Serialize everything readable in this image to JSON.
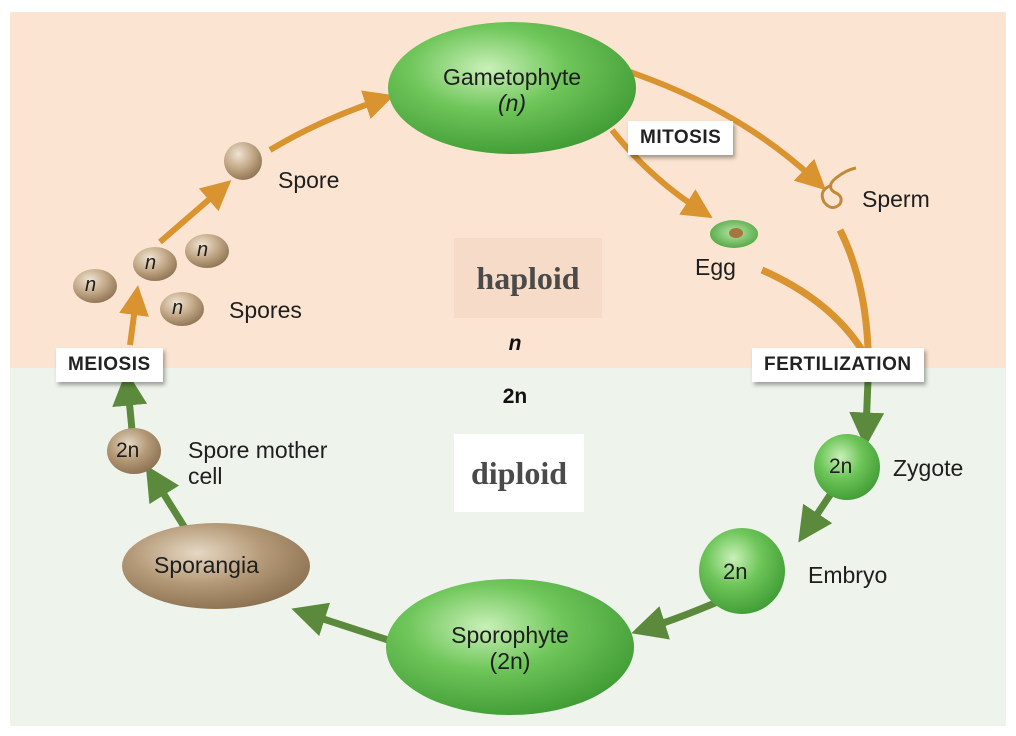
{
  "regions": {
    "haploid_color": "#fbe5d2",
    "diploid_color": "#eef4ec"
  },
  "stages": {
    "gametophyte": {
      "name": "Gametophyte",
      "ploidy": "(n)"
    },
    "sporophyte": {
      "name": "Sporophyte",
      "ploidy": "(2n)"
    },
    "sporangia": "Sporangia",
    "spore": "Spore",
    "spores": "Spores",
    "sperm": "Sperm",
    "egg": "Egg",
    "zygote": "Zygote",
    "embryo": "Embryo",
    "spore_mother_cell": [
      "Spore mother",
      "cell"
    ]
  },
  "ball_labels": {
    "haploid": "n",
    "diploid": "2n"
  },
  "processes": {
    "mitosis": "MITOSIS",
    "fertilization": "FERTILIZATION",
    "meiosis": "MEIOSIS"
  },
  "ploidy": {
    "haploid_word": "haploid",
    "haploid_symbol": "n",
    "diploid_symbol": "2n",
    "diploid_word": "diploid"
  },
  "colors": {
    "haploid_arrow": "#d9932f",
    "diploid_arrow": "#5c8a3c",
    "green_cell": "#59b84a",
    "brown_cell": "#a78a68"
  }
}
